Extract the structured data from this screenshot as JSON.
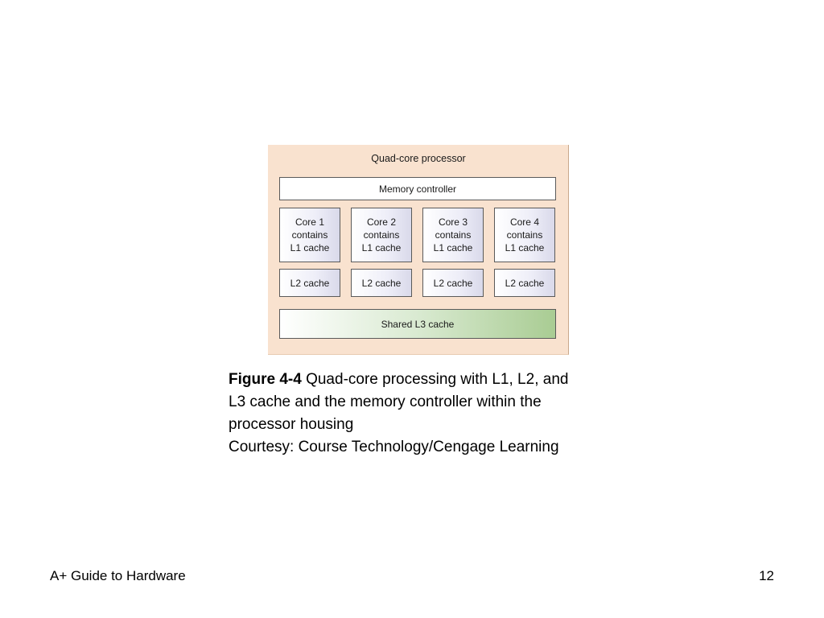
{
  "figure": {
    "title": "Quad-core processor",
    "memory_controller": "Memory controller",
    "cores": [
      "Core 1\ncontains\nL1 cache",
      "Core 2\ncontains\nL1 cache",
      "Core 3\ncontains\nL1 cache",
      "Core 4\ncontains\nL1 cache"
    ],
    "l2_caches": [
      "L2 cache",
      "L2 cache",
      "L2 cache",
      "L2 cache"
    ],
    "l3_cache": "Shared L3 cache"
  },
  "caption": {
    "label": "Figure 4-4",
    "line1": " Quad-core processing with L1, L2, and",
    "line2": "L3 cache and the memory controller within the",
    "line3": "processor housing",
    "credit": "Courtesy: Course Technology/Cengage Learning"
  },
  "footer": {
    "left": "A+ Guide to Hardware",
    "page_number": "12"
  }
}
